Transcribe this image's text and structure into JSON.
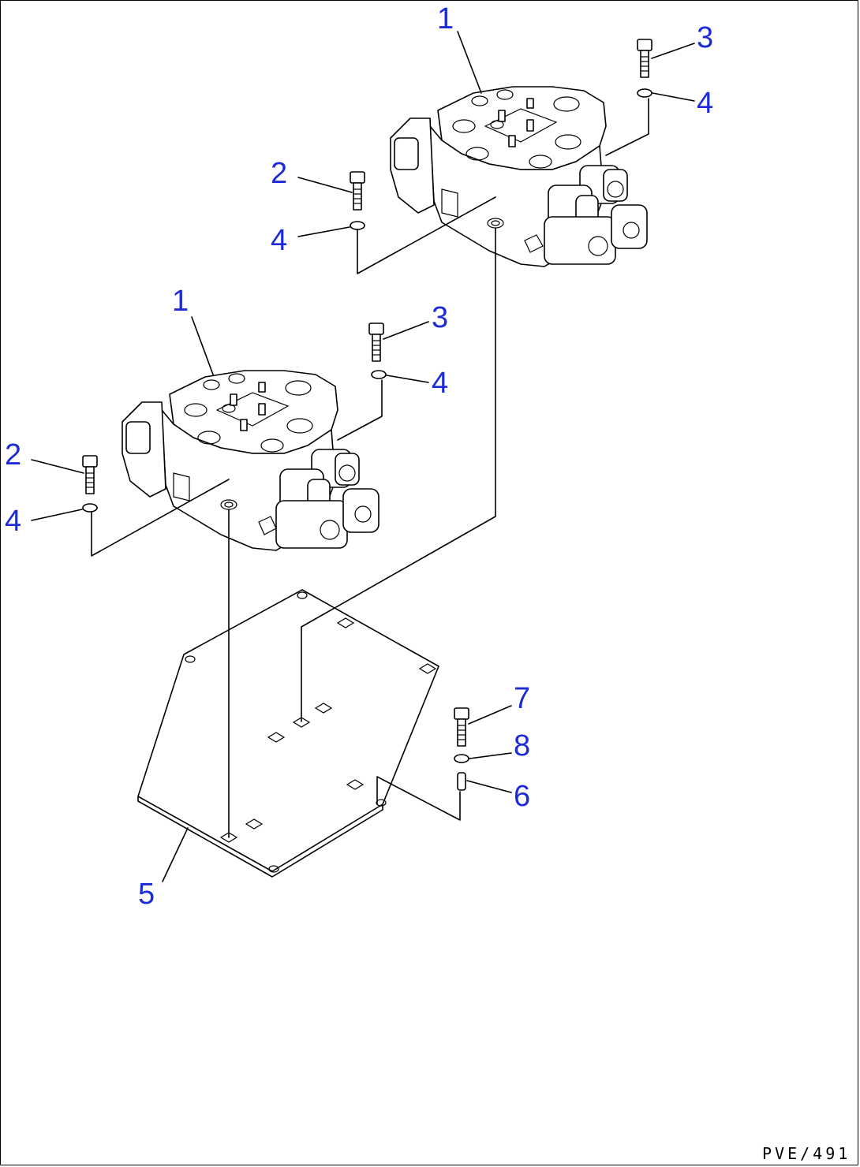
{
  "diagram": {
    "drawing_code": "PVE/491",
    "callouts": {
      "c1a": "1",
      "c3a": "3",
      "c4a": "4",
      "c2a": "2",
      "c4b": "4",
      "c1b": "1",
      "c3b": "3",
      "c4c": "4",
      "c2b": "2",
      "c4d": "4",
      "c7": "7",
      "c8": "8",
      "c6": "6",
      "c5": "5"
    }
  }
}
